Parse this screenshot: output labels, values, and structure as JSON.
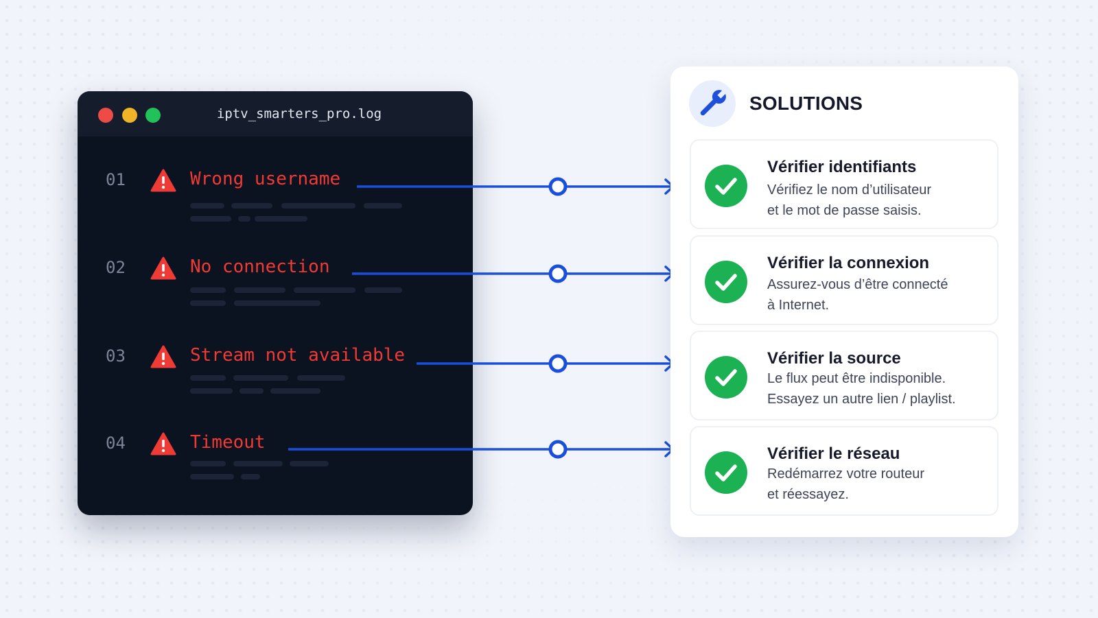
{
  "terminal": {
    "title": "iptv_smarters_pro.log",
    "errors": [
      {
        "num": "01",
        "message": "Wrong username"
      },
      {
        "num": "02",
        "message": "No connection"
      },
      {
        "num": "03",
        "message": "Stream not available"
      },
      {
        "num": "04",
        "message": "Timeout"
      }
    ]
  },
  "solutions": {
    "title": "SOLUTIONS",
    "icon": "wrench-icon",
    "items": [
      {
        "title": "Vérifier identifiants",
        "line1": "Vérifiez le nom d’utilisateur",
        "line2": "et le mot de passe saisis."
      },
      {
        "title": "Vérifier la connexion",
        "line1": "Assurez-vous d’être connecté",
        "line2": "à Internet."
      },
      {
        "title": "Vérifier la source",
        "line1": "Le flux peut être indisponible.",
        "line2": "Essayez un autre lien / playlist."
      },
      {
        "title": "Vérifier le réseau",
        "line1": "Redémarrez votre routeur",
        "line2": "et réessayez."
      }
    ]
  },
  "colors": {
    "terminal_bg": "#0b1220",
    "error_red": "#f23a34",
    "connector_blue": "#1a4fdc",
    "check_green": "#1cb254"
  }
}
